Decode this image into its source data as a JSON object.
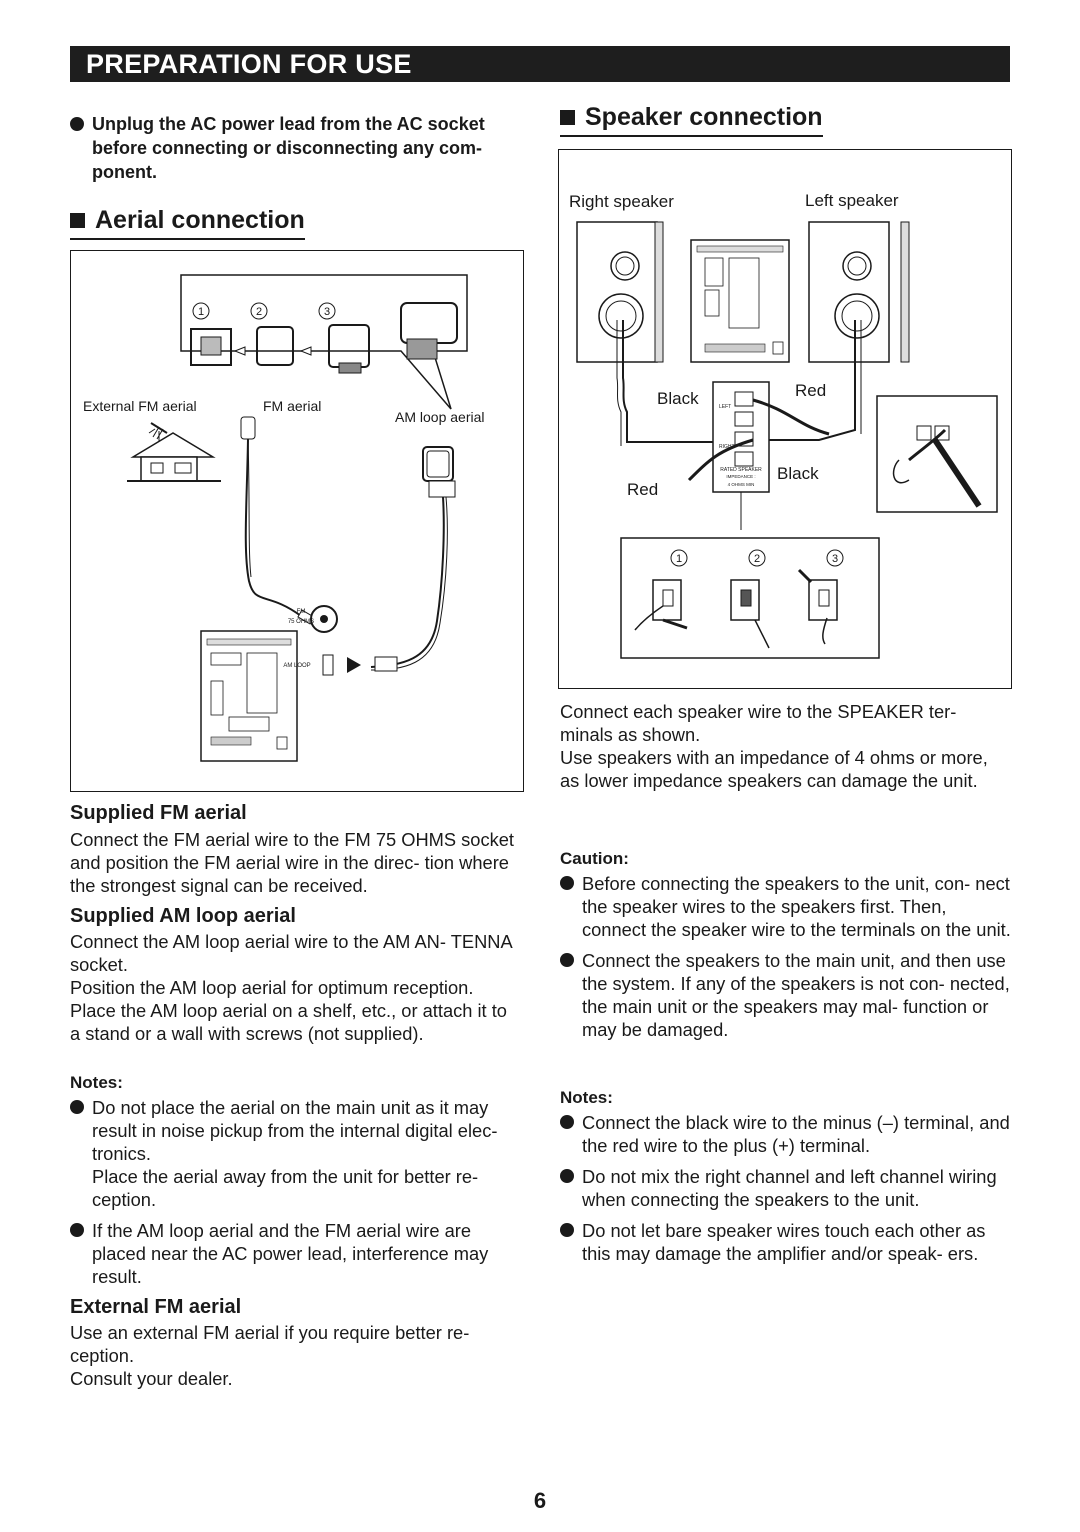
{
  "header": {
    "title": "PREPARATION FOR USE"
  },
  "left": {
    "warning": "Unplug the AC power lead from the AC socket before connecting or disconnecting any com- ponent.",
    "aerial_heading": "Aerial connection",
    "figure": {
      "steps": [
        "1",
        "2",
        "3"
      ],
      "external_fm_label": "External FM aerial",
      "fm_aerial_label": "FM aerial",
      "am_loop_label": "AM loop aerial",
      "fm_socket_label": "FM",
      "fm_ohms_label": "75 OHMS",
      "am_loop_socket_label": "AM LOOP"
    },
    "fm_heading": "Supplied FM aerial",
    "fm_text": "Connect the FM aerial wire to the FM 75 OHMS socket and position the FM aerial wire in the direc- tion where the strongest signal can be received.",
    "am_heading": "Supplied AM loop aerial",
    "am_text1": "Connect the AM loop aerial wire to the AM AN- TENNA socket.",
    "am_text2": "Position the AM loop aerial for optimum reception. Place the AM loop aerial on a shelf, etc., or attach it to a stand or a wall with screws (not supplied).",
    "notes_title": "Notes:",
    "note1_line1": "Do not place the aerial on the main unit as it may result in noise pickup from the internal digital elec- tronics.",
    "note1_line2": "Place the aerial away from the unit for better re- ception.",
    "note2": "If the AM loop aerial and the FM aerial wire are placed near the AC power lead, interference may result.",
    "ext_heading": "External FM aerial",
    "ext_text1": "Use an external FM aerial if you require better re- ception.",
    "ext_text2": "Consult your dealer."
  },
  "right": {
    "speaker_heading": "Speaker connection",
    "figure": {
      "right_speaker": "Right speaker",
      "left_speaker": "Left speaker",
      "black": "Black",
      "red": "Red",
      "terminal_left": "LEFT",
      "terminal_right": "RIGHT",
      "rated_speaker": "RATED SPEAKER",
      "impedance": "IMPEDANCE :",
      "ohms_min": "4 OHMS MIN",
      "steps": [
        "1",
        "2",
        "3"
      ]
    },
    "intro1": "Connect each speaker wire to the SPEAKER ter- minals as shown.",
    "intro2": "Use speakers with an impedance of 4 ohms or more, as lower impedance speakers can damage the unit.",
    "caution_title": "Caution:",
    "caution1": "Before connecting the speakers to the unit, con- nect the speaker wires to the speakers first. Then, connect the speaker wire to the terminals on the unit.",
    "caution2": "Connect the speakers to the main unit, and then use the system. If any of the speakers is not con- nected, the main unit or the speakers may mal- function or may be damaged.",
    "notes_title": "Notes:",
    "note1": "Connect the black wire to the minus (–) terminal, and the red wire to the plus (+) terminal.",
    "note2": "Do not mix the right channel and left channel wiring when connecting the speakers to the unit.",
    "note3": "Do not let bare speaker wires touch each other as this may damage the amplifier and/or speak- ers."
  },
  "page_number": "6"
}
